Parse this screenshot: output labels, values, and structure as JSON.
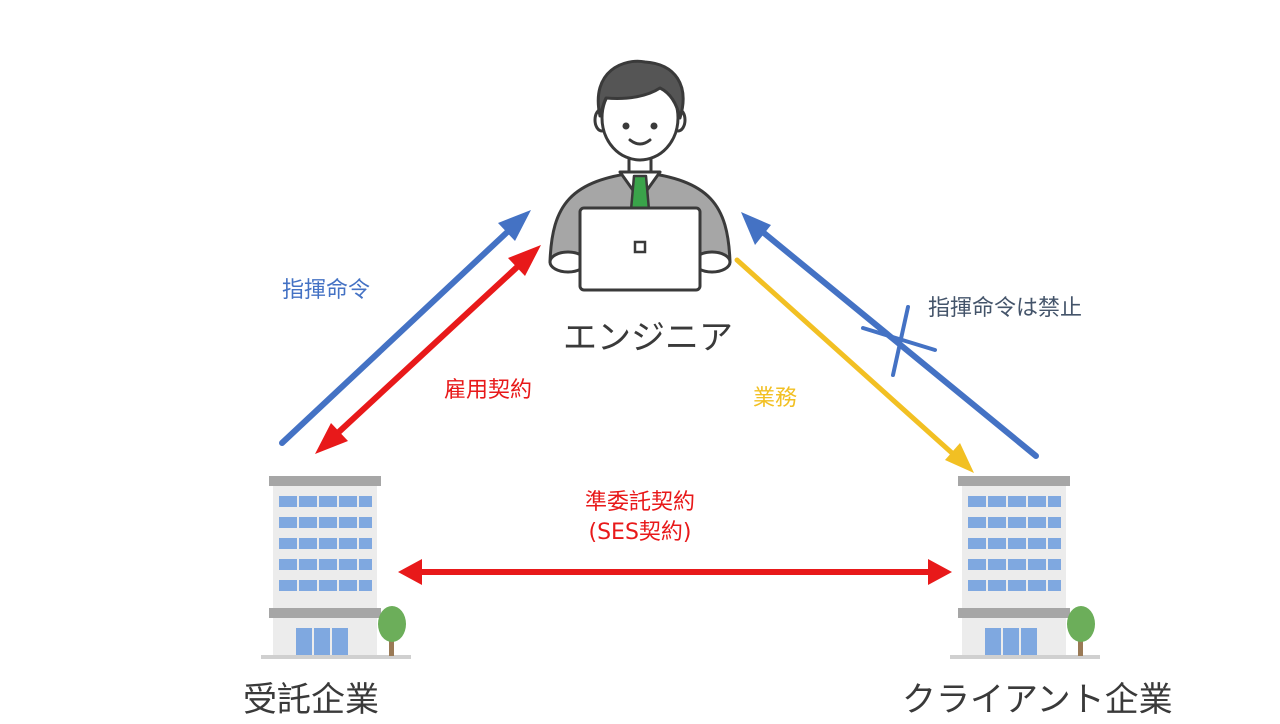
{
  "nodes": {
    "engineer": {
      "label": "エンジニア"
    },
    "vendor": {
      "label": "受託企業"
    },
    "client": {
      "label": "クライアント企業"
    }
  },
  "edges": {
    "vendor_command": {
      "label": "指揮命令",
      "color": "#4472c4"
    },
    "employment": {
      "label": "雇用契約",
      "color": "#e8191a"
    },
    "work": {
      "label": "業務",
      "color": "#f2c023"
    },
    "client_command": {
      "label": "指揮命令は禁止",
      "color": "#4472c4",
      "label_color": "#44546a"
    },
    "contract": {
      "label_line1": "準委託契約",
      "label_line2": "(SES契約)",
      "color": "#e8191a"
    }
  }
}
